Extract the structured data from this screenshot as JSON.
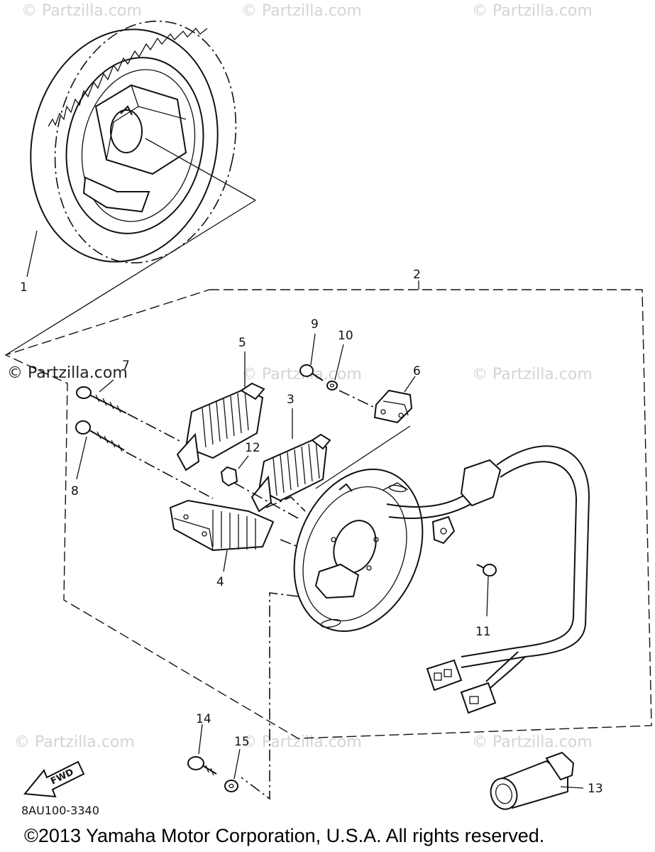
{
  "watermarks": [
    "© Partzilla.com",
    "© Partzilla.com",
    "© Partzilla.com",
    "© Partzilla.com",
    "© Partzilla.com",
    "© Partzilla.com",
    "© Partzilla.com",
    "© Partzilla.com",
    "© Partzilla.com"
  ],
  "callouts": {
    "c1": "1",
    "c2": "2",
    "c3": "3",
    "c4": "4",
    "c5": "5",
    "c6": "6",
    "c7": "7",
    "c8": "8",
    "c9": "9",
    "c10": "10",
    "c11": "11",
    "c12": "12",
    "c13": "13",
    "c14": "14",
    "c15": "15"
  },
  "fwd_label": "FWD",
  "diagram_code": "8AU100-3340",
  "copyright": "©2013  Yamaha Motor Corporation, U.S.A. All rights reserved.",
  "colors": {
    "line": "#111111",
    "watermark": "#d4d4d4",
    "background": "#ffffff"
  }
}
